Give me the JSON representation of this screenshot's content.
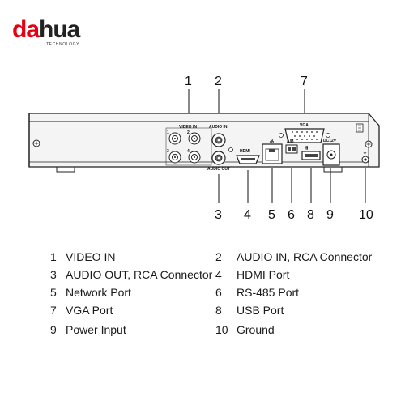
{
  "brand": {
    "name_first": "a",
    "name_rest": "hua",
    "name_prefix": "d",
    "tagline": "TECHNOLOGY"
  },
  "port_labels": {
    "video_in": "VIDEO IN",
    "audio_in": "AUDIO IN",
    "audio_out": "AUDIO OUT",
    "vga": "VGA",
    "hdmi": "HDMI",
    "ab": "A/B",
    "dc": "DC12V",
    "ch1": "1",
    "ch2": "2",
    "ch3": "3",
    "ch4": "4"
  },
  "callouts": [
    "1",
    "2",
    "3",
    "4",
    "5",
    "6",
    "7",
    "8",
    "9",
    "10"
  ],
  "legend": [
    {
      "num": "1",
      "text": "VIDEO IN"
    },
    {
      "num": "2",
      "text": "AUDIO IN, RCA Connector"
    },
    {
      "num": "3",
      "text": "AUDIO OUT, RCA Connector"
    },
    {
      "num": "4",
      "text": "HDMI Port"
    },
    {
      "num": "5",
      "text": "Network Port"
    },
    {
      "num": "6",
      "text": "RS-485 Port"
    },
    {
      "num": "7",
      "text": "VGA Port"
    },
    {
      "num": "8",
      "text": "USB Port"
    },
    {
      "num": "9",
      "text": "Power Input"
    },
    {
      "num": "10",
      "text": "Ground"
    }
  ],
  "colors": {
    "brand_red": "#e60012",
    "panel": "#f4f4f4",
    "outline": "#222222"
  }
}
